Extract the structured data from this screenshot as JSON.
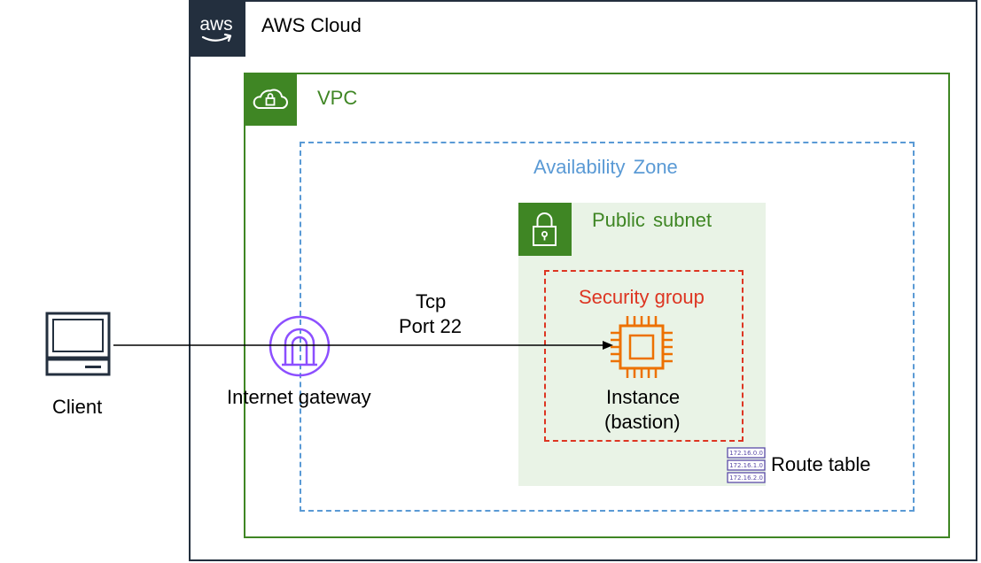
{
  "cloud": {
    "title": "AWS Cloud",
    "icon": "aws-logo-icon",
    "color": "#232f3e"
  },
  "vpc": {
    "title": "VPC",
    "icon": "vpc-cloud-lock-icon",
    "color": "#3f8624"
  },
  "availability_zone": {
    "title": "Availability Zone",
    "color": "#5a9ad5"
  },
  "public_subnet": {
    "title": "Public subnet",
    "icon": "padlock-icon",
    "color": "#3f8624",
    "fill": "#e9f3e6"
  },
  "security_group": {
    "title": "Security group",
    "color": "#dd3522"
  },
  "client": {
    "label": "Client",
    "icon": "laptop-icon"
  },
  "internet_gateway": {
    "label": "Internet gateway",
    "icon": "internet-gateway-icon",
    "color": "#8c4fff"
  },
  "connection": {
    "line1": "Tcp",
    "line2": "Port 22"
  },
  "instance": {
    "line1": "Instance",
    "line2": "(bastion)",
    "icon": "ec2-instance-icon",
    "color": "#ed7100"
  },
  "route_table": {
    "label": "Route table",
    "icon": "route-table-icon",
    "rows": [
      "172.16.0.0",
      "172.16.1.0",
      "172.16.2.0"
    ],
    "color": "#5b4ba8"
  }
}
